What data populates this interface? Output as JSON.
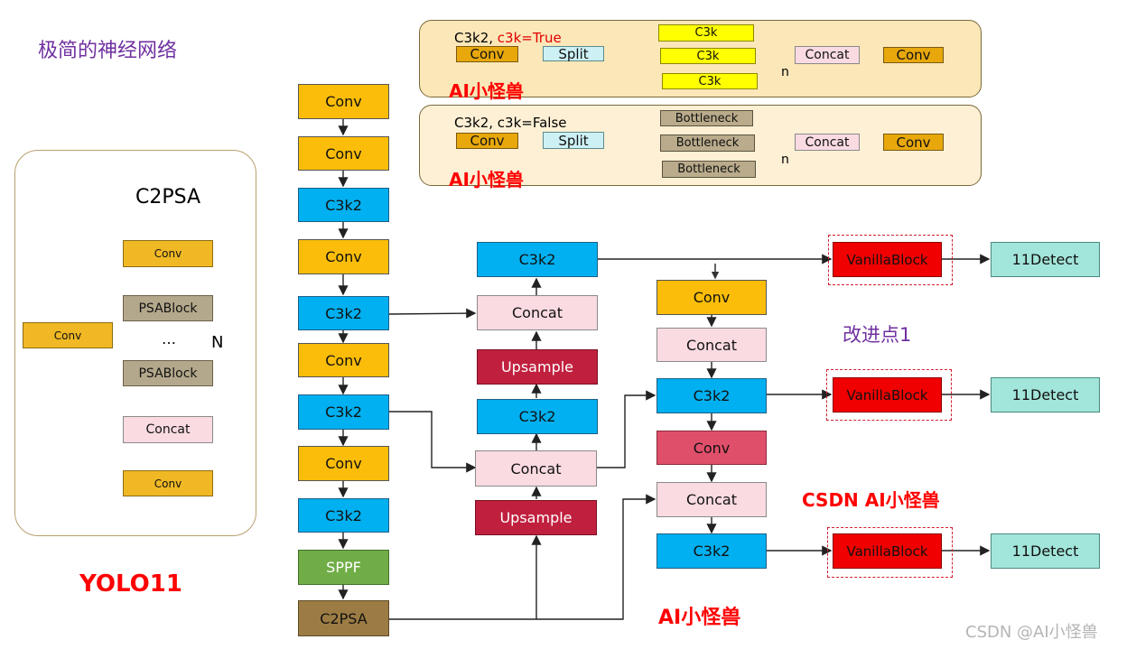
{
  "page_title": "极简的神经网络",
  "colors": {
    "conv": "#fbbd09",
    "c3k2": "#00b0f0",
    "concat": "#fadbe2",
    "upsample": "#c0203e",
    "sppf": "#70ad47",
    "c2psa": "#9c7c44",
    "detect": "#a2e5da",
    "vanilla": "#f00000",
    "split": "#cdf0f4",
    "c3k": "#ffff00",
    "bottleneck": "#b9ab8b",
    "psablock": "#b4a88c",
    "panel_top": "#fbe7b8",
    "panel_left_border": "#b8a070",
    "title_purple": "#7030a0",
    "brand_red": "#ff0000"
  },
  "c2psa_panel": {
    "title": "C2PSA",
    "conv_top": "Conv",
    "psablock_1": "PSABlock",
    "dots": "…",
    "n_label": "N",
    "psablock_2": "PSABlock",
    "conv_side": "Conv",
    "concat": "Concat",
    "conv_bottom": "Conv"
  },
  "yolo_label": "YOLO11",
  "c3k2_true_panel": {
    "header_prefix": "C3k2, ",
    "header_flag": "c3k=True",
    "conv_in": "Conv",
    "split": "Split",
    "c3k_1": "C3k",
    "c3k_2": "C3k",
    "c3k_3": "C3k",
    "concat": "Concat",
    "conv_out": "Conv",
    "n_label": "n",
    "brand": "AI小怪兽"
  },
  "c3k2_false_panel": {
    "header": "C3k2, c3k=False",
    "conv_in": "Conv",
    "split": "Split",
    "bottleneck_1": "Bottleneck",
    "bottleneck_2": "Bottleneck",
    "bottleneck_3": "Bottleneck",
    "concat": "Concat",
    "conv_out": "Conv",
    "n_label": "n",
    "brand": "AI小怪兽"
  },
  "backbone": [
    "Conv",
    "Conv",
    "C3k2",
    "Conv",
    "C3k2",
    "Conv",
    "C3k2",
    "Conv",
    "C3k2",
    "SPPF",
    "C2PSA"
  ],
  "neck_up": {
    "c3k2_top": "C3k2",
    "concat_1": "Concat",
    "upsample_1": "Upsample",
    "c3k2_mid": "C3k2",
    "concat_2": "Concat",
    "upsample_2": "Upsample"
  },
  "neck_down": {
    "conv_1": "Conv",
    "concat_1": "Concat",
    "c3k2_1": "C3k2",
    "conv_2": "Conv",
    "concat_2": "Concat",
    "c3k2_2": "C3k2"
  },
  "heads": {
    "vanilla": "VanillaBlock",
    "detect": "11Detect"
  },
  "improvement_label": "改进点1",
  "brand_csdn": "CSDN AI小怪兽",
  "brand_bottom": "AI小怪兽",
  "watermark": "CSDN @AI小怪兽"
}
